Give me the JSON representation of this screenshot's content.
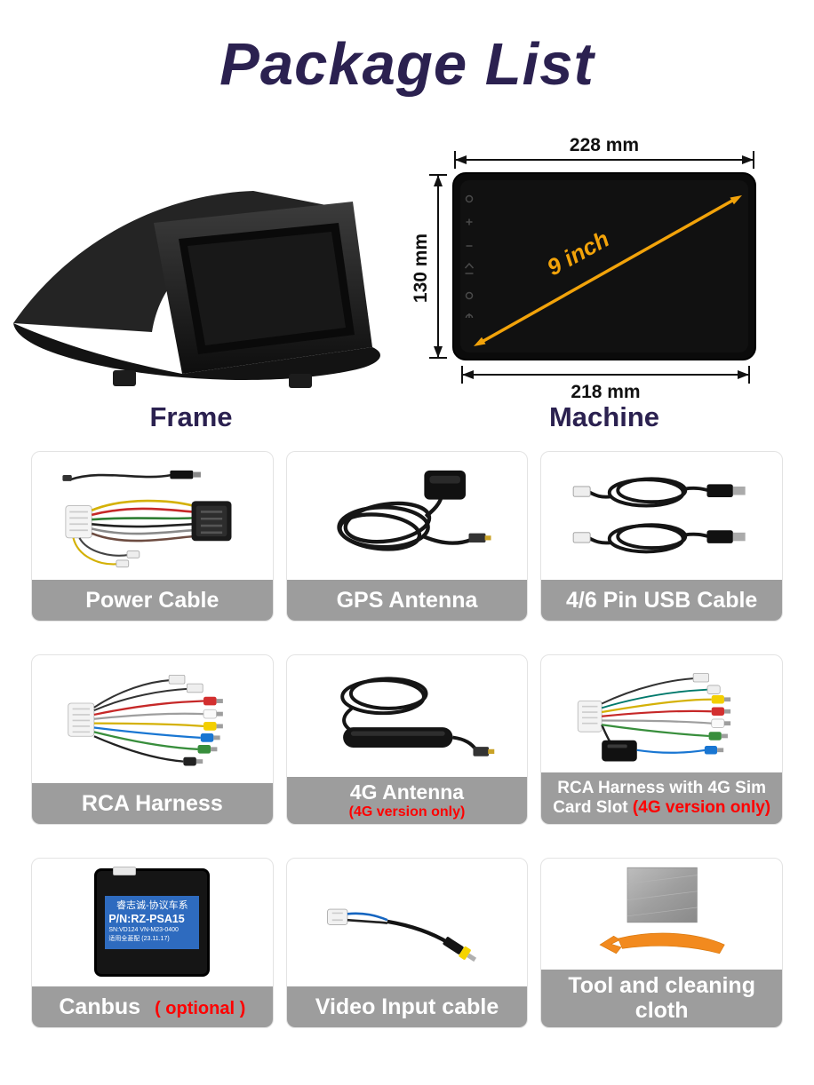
{
  "title": "Package List",
  "colors": {
    "title_navy": "#2b2150",
    "label_bar_gray": "#9d9d9d",
    "note_red": "#ff0000",
    "arrow_orange": "#f2a30a"
  },
  "top": {
    "frame_label": "Frame",
    "machine_label": "Machine",
    "dim_top": "228 mm",
    "dim_left": "130 mm",
    "dim_bottom": "218 mm",
    "diagonal": "9 inch"
  },
  "cards": [
    {
      "label": "Power Cable"
    },
    {
      "label": "GPS Antenna"
    },
    {
      "label": "4/6 Pin USB Cable"
    },
    {
      "label": "RCA Harness"
    },
    {
      "label": "4G Antenna",
      "note": "(4G version only)"
    },
    {
      "line1": "RCA Harness with 4G Sim",
      "line2": "Card Slot",
      "note": "(4G version only)"
    },
    {
      "label": "Canbus",
      "note": "( optional )"
    },
    {
      "label": "Video Input cable"
    },
    {
      "label": "Tool and cleaning cloth"
    }
  ],
  "canbus_sticker": {
    "line1": "睿志诚-协议车系",
    "line2": "P/N:RZ-PSA15",
    "line3": "SN:VD124  VN-M23-0400",
    "line4": "适用全菱配 (23.11.17)"
  }
}
